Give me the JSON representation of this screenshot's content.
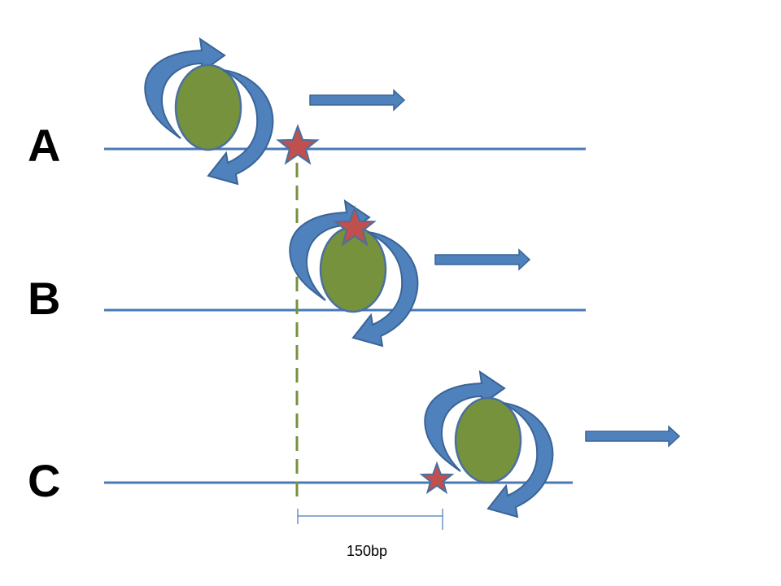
{
  "rows": [
    {
      "label": "A"
    },
    {
      "label": "B"
    },
    {
      "label": "C"
    }
  ],
  "scale": {
    "label": "150bp"
  },
  "colors": {
    "dna_line": "#4a7ab5",
    "nucleosome_fill": "#76923c",
    "nucleosome_stroke": "#4a6fa0",
    "arrow_fill": "#4f81bd",
    "arrow_stroke": "#3a6496",
    "star_fill": "#c0504d",
    "star_stroke": "#4a6fa0",
    "reference_dash": "#76923c"
  },
  "icons": {
    "nucleosome": "green-ellipse",
    "rotation": "curved-arrow-pair",
    "direction": "right-arrow",
    "marker": "red-star"
  }
}
